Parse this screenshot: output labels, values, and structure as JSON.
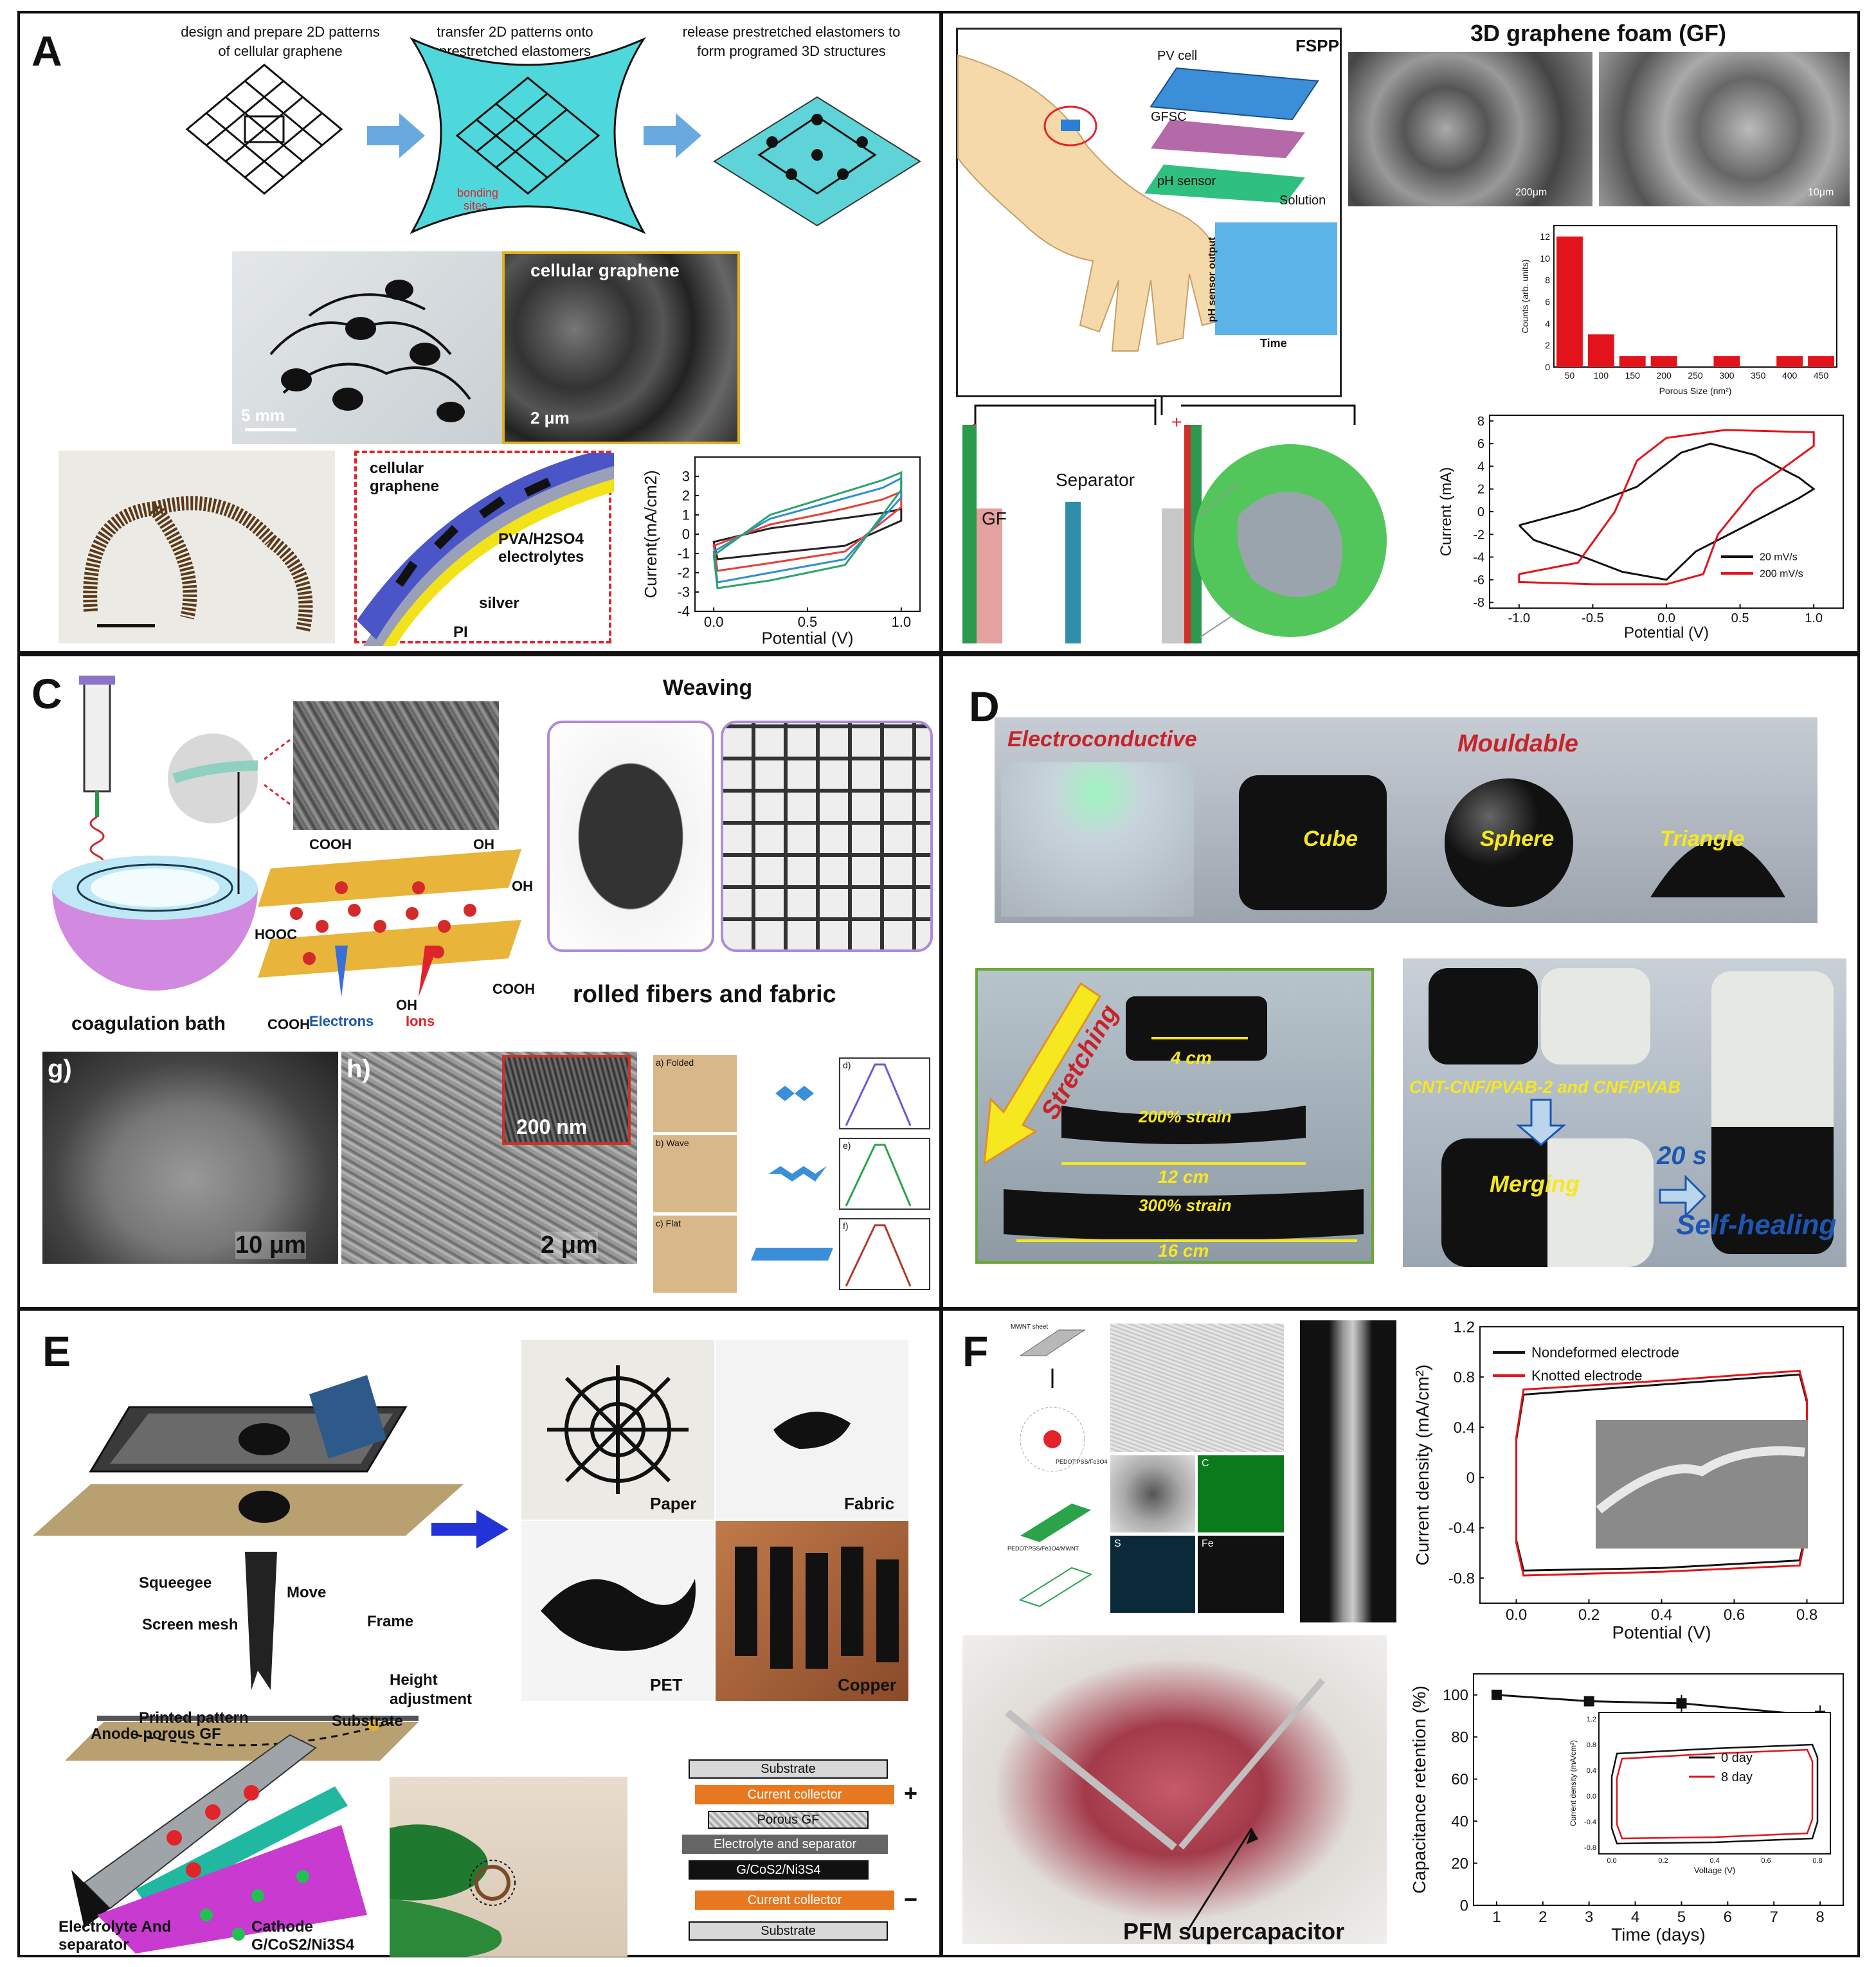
{
  "panels": {
    "A": {
      "letter": "A",
      "step1": "design and prepare 2D patterns of cellular graphene",
      "step2": "transfer 2D patterns onto prestretched elastomers",
      "step3": "release prestretched elastomers to form programed 3D structures",
      "bonding": "bonding sites",
      "photo_scale": "5 mm",
      "sem_title": "cellular graphene",
      "sem_scale": "2 μm",
      "layers": [
        "cellular graphene",
        "PVA/H2SO4 electrolytes",
        "silver",
        "PI"
      ],
      "colors": {
        "elastomer": "#4fd8dc",
        "arrow": "#6aa8e0",
        "dash": "#e0242a",
        "pi": "#f2e21a",
        "blue": "#4a56c8"
      }
    },
    "B": {
      "letter": "B",
      "fspp": "FSPP",
      "labels": [
        "PV cell",
        "GFSC",
        "pH sensor",
        "Solution"
      ],
      "inset_ylabel": "pH sensor output",
      "inset_xlabel": "Time",
      "gf_title": "3D graphene foam (GF)",
      "sem1_scale": "200μm",
      "sem2_scale": "10μm",
      "device": [
        "GF",
        "Separator"
      ],
      "plus": "+",
      "minus": "-"
    },
    "C": {
      "letter": "C",
      "weaving": "Weaving",
      "bath": "coagulation bath",
      "groups": [
        "COOH",
        "OH",
        "HOOC",
        "OH",
        "COOH",
        "OH",
        "COOH"
      ],
      "carriers": [
        "Electrons",
        "Ions"
      ],
      "rolled": "rolled fibers and fabric",
      "sem_g": "g)",
      "sem_h": "h)",
      "scale_g": "10 μm",
      "scale_h": "2 μm",
      "scale_inset": "200 nm",
      "modes": [
        "a) Folded",
        "b) Wave",
        "c) Flat"
      ],
      "mode_plots": [
        "d)",
        "e)",
        "f)"
      ]
    },
    "D": {
      "letter": "D",
      "electro": "Electroconductive",
      "mould": "Mouldable",
      "shapes": [
        "Cube",
        "Sphere",
        "Triangle"
      ],
      "stretching": "Stretching",
      "lengths": [
        "4 cm",
        "12 cm",
        "16 cm"
      ],
      "strains": [
        "200% strain",
        "300% strain"
      ],
      "gels": "CNT-CNF/PVAB-2 and CNF/PVAB",
      "merging": "Merging",
      "time": "20 s",
      "healing": "Self-healing",
      "colors": {
        "red": "#c8232a",
        "yellow": "#f6e81e",
        "blue": "#1d56b0"
      }
    },
    "E": {
      "letter": "E",
      "parts": [
        "Squeegee",
        "Move",
        "Frame",
        "Screen mesh",
        "Height adjustment",
        "Printed pattern",
        "Substrate"
      ],
      "substrates": [
        "Paper",
        "Fabric",
        "PET",
        "Copper"
      ],
      "electrodes": [
        "Anode porous GF",
        "Electrolyte And separator",
        "Cathode G/CoS2/Ni3S4"
      ],
      "stack": [
        "Substrate",
        "Current collector",
        "Porous GF",
        "Electrolyte and separator",
        "G/CoS2/Ni3S4",
        "Current collector",
        "Substrate"
      ],
      "plus": "+",
      "minus": "−"
    },
    "F": {
      "letter": "F",
      "capsule": "PFM supercapacitor",
      "scheme": [
        "MWNT sheet",
        "PEDOT:PSS/Fe3O4",
        "PEDOT:PSS/Fe3O4/MWNT"
      ],
      "maps": [
        "C",
        "S",
        "Fe"
      ]
    }
  },
  "chart_data": [
    {
      "id": "A-cv",
      "type": "line",
      "xlabel": "Potential (V)",
      "ylabel": "Current(mA/cm2)",
      "xlim": [
        -0.1,
        1.1
      ],
      "ylim": [
        -4,
        4
      ],
      "xticks": [
        0.0,
        0.5,
        1.0
      ],
      "yticks": [
        -4,
        -3,
        -2,
        -1,
        0,
        1,
        2,
        3
      ],
      "series": [
        {
          "color": "#222222",
          "upper": [
            [
              0,
              -0.4
            ],
            [
              0.3,
              0.3
            ],
            [
              0.6,
              0.7
            ],
            [
              0.9,
              1.1
            ],
            [
              1.0,
              1.3
            ]
          ],
          "lower": [
            [
              1.0,
              0.7
            ],
            [
              0.7,
              -0.6
            ],
            [
              0.3,
              -1.0
            ],
            [
              0.02,
              -1.3
            ]
          ]
        },
        {
          "color": "#e2403a",
          "upper": [
            [
              0,
              -0.6
            ],
            [
              0.3,
              0.5
            ],
            [
              0.6,
              1.1
            ],
            [
              0.9,
              1.8
            ],
            [
              1.0,
              2.2
            ]
          ],
          "lower": [
            [
              1.0,
              1.4
            ],
            [
              0.7,
              -0.9
            ],
            [
              0.3,
              -1.5
            ],
            [
              0.02,
              -1.9
            ]
          ]
        },
        {
          "color": "#2f8fcf",
          "upper": [
            [
              0,
              -0.9
            ],
            [
              0.3,
              0.8
            ],
            [
              0.6,
              1.6
            ],
            [
              0.9,
              2.4
            ],
            [
              1.0,
              2.9
            ]
          ],
          "lower": [
            [
              1.0,
              1.9
            ],
            [
              0.7,
              -1.3
            ],
            [
              0.3,
              -2.0
            ],
            [
              0.02,
              -2.5
            ]
          ]
        },
        {
          "color": "#2aa36d",
          "upper": [
            [
              0,
              -1.1
            ],
            [
              0.3,
              1.0
            ],
            [
              0.6,
              1.9
            ],
            [
              0.9,
              2.8
            ],
            [
              1.0,
              3.2
            ]
          ],
          "lower": [
            [
              1.0,
              2.3
            ],
            [
              0.7,
              -1.6
            ],
            [
              0.3,
              -2.4
            ],
            [
              0.02,
              -2.8
            ]
          ]
        }
      ]
    },
    {
      "id": "B-hist",
      "type": "bar",
      "xlabel": "Porous Size (nm²)",
      "ylabel": "Counts (arb. units)",
      "categories": [
        "50",
        "100",
        "150",
        "200",
        "250",
        "300",
        "350",
        "400",
        "450"
      ],
      "values": [
        12,
        3,
        1,
        1,
        0,
        1,
        0,
        1,
        1
      ],
      "ylim": [
        0,
        13
      ],
      "yticks": [
        0,
        2,
        4,
        6,
        8,
        10,
        12
      ],
      "color": "#e2131a"
    },
    {
      "id": "B-cv",
      "type": "line",
      "xlabel": "Potential (V)",
      "ylabel": "Current (mA)",
      "xlim": [
        -1.2,
        1.2
      ],
      "ylim": [
        -8.5,
        8.5
      ],
      "xticks": [
        -1.0,
        -0.5,
        0.0,
        0.5,
        1.0
      ],
      "yticks": [
        -8,
        -6,
        -4,
        -2,
        0,
        2,
        4,
        6,
        8
      ],
      "legend": [
        "20 mV/s",
        "200 mV/s"
      ],
      "series": [
        {
          "name": "20 mV/s",
          "color": "#111111",
          "points": [
            [
              -1.0,
              -1.2
            ],
            [
              -0.6,
              0.2
            ],
            [
              -0.2,
              2.2
            ],
            [
              0.1,
              5.2
            ],
            [
              0.3,
              6.0
            ],
            [
              0.6,
              5.0
            ],
            [
              0.9,
              3.0
            ],
            [
              1.0,
              2.0
            ],
            [
              0.9,
              1.2
            ],
            [
              0.5,
              -1.5
            ],
            [
              0.2,
              -3.5
            ],
            [
              0.0,
              -6.0
            ],
            [
              -0.3,
              -5.3
            ],
            [
              -0.6,
              -3.8
            ],
            [
              -0.9,
              -2.5
            ],
            [
              -1.0,
              -1.2
            ]
          ]
        },
        {
          "name": "200 mV/s",
          "color": "#e2131a",
          "points": [
            [
              -1.0,
              -5.5
            ],
            [
              -0.6,
              -4.5
            ],
            [
              -0.35,
              0.0
            ],
            [
              -0.2,
              4.5
            ],
            [
              0.0,
              6.5
            ],
            [
              0.4,
              7.2
            ],
            [
              1.0,
              7.0
            ],
            [
              1.0,
              5.8
            ],
            [
              0.6,
              2.0
            ],
            [
              0.35,
              -2.0
            ],
            [
              0.25,
              -5.5
            ],
            [
              0.0,
              -6.4
            ],
            [
              -0.5,
              -6.4
            ],
            [
              -1.0,
              -6.2
            ],
            [
              -1.0,
              -5.5
            ]
          ]
        }
      ]
    },
    {
      "id": "F-cv",
      "type": "line",
      "xlabel": "Potential (V)",
      "ylabel": "Current density (mA/cm²)",
      "xlim": [
        -0.1,
        0.9
      ],
      "ylim": [
        -1.0,
        1.2
      ],
      "xticks": [
        0.0,
        0.2,
        0.4,
        0.6,
        0.8
      ],
      "yticks": [
        -0.8,
        -0.4,
        0.0,
        0.4,
        0.8,
        1.2
      ],
      "legend": [
        "Nondeformed electrode",
        "Knotted electrode"
      ],
      "series": [
        {
          "name": "Nondeformed electrode",
          "color": "#111111",
          "points": [
            [
              0.0,
              0.3
            ],
            [
              0.02,
              0.66
            ],
            [
              0.4,
              0.74
            ],
            [
              0.78,
              0.82
            ],
            [
              0.8,
              0.6
            ],
            [
              0.8,
              -0.4
            ],
            [
              0.78,
              -0.66
            ],
            [
              0.4,
              -0.72
            ],
            [
              0.02,
              -0.74
            ],
            [
              0.0,
              -0.5
            ],
            [
              0.0,
              0.3
            ]
          ]
        },
        {
          "name": "Knotted electrode",
          "color": "#e2131a",
          "points": [
            [
              0.0,
              0.32
            ],
            [
              0.02,
              0.7
            ],
            [
              0.4,
              0.77
            ],
            [
              0.78,
              0.85
            ],
            [
              0.8,
              0.62
            ],
            [
              0.8,
              -0.42
            ],
            [
              0.78,
              -0.7
            ],
            [
              0.4,
              -0.75
            ],
            [
              0.02,
              -0.78
            ],
            [
              0.0,
              -0.52
            ],
            [
              0.0,
              0.32
            ]
          ]
        }
      ]
    },
    {
      "id": "F-retention",
      "type": "line",
      "xlabel": "Time (days)",
      "ylabel": "Capacitance retention (%)",
      "xlim": [
        0.5,
        8.5
      ],
      "ylim": [
        0,
        110
      ],
      "xticks": [
        1,
        2,
        3,
        4,
        5,
        6,
        7,
        8
      ],
      "yticks": [
        0,
        20,
        40,
        60,
        80,
        100
      ],
      "x": [
        1,
        3,
        5,
        8
      ],
      "values": [
        100,
        97,
        96,
        90
      ],
      "errors": [
        1,
        2,
        4,
        5
      ],
      "color": "#111111"
    },
    {
      "id": "F-inset",
      "type": "line",
      "xlabel": "Voltage (V)",
      "ylabel": "Current density (mA/cm²)",
      "xlim": [
        -0.05,
        0.85
      ],
      "ylim": [
        -0.9,
        1.3
      ],
      "xticks": [
        0.0,
        0.2,
        0.4,
        0.6,
        0.8
      ],
      "yticks": [
        -0.8,
        -0.4,
        0.0,
        0.4,
        0.8,
        1.2
      ],
      "legend": [
        "0 day",
        "8 day"
      ],
      "series": [
        {
          "name": "0 day",
          "color": "#111111",
          "points": [
            [
              0.0,
              0.3
            ],
            [
              0.02,
              0.66
            ],
            [
              0.4,
              0.74
            ],
            [
              0.78,
              0.8
            ],
            [
              0.8,
              0.6
            ],
            [
              0.8,
              -0.4
            ],
            [
              0.78,
              -0.66
            ],
            [
              0.4,
              -0.72
            ],
            [
              0.02,
              -0.74
            ],
            [
              0.0,
              -0.5
            ],
            [
              0.0,
              0.3
            ]
          ]
        },
        {
          "name": "8 day",
          "color": "#e2131a",
          "points": [
            [
              0.02,
              0.28
            ],
            [
              0.04,
              0.58
            ],
            [
              0.4,
              0.66
            ],
            [
              0.76,
              0.72
            ],
            [
              0.78,
              0.54
            ],
            [
              0.78,
              -0.36
            ],
            [
              0.76,
              -0.58
            ],
            [
              0.4,
              -0.64
            ],
            [
              0.04,
              -0.66
            ],
            [
              0.02,
              -0.44
            ],
            [
              0.02,
              0.28
            ]
          ]
        }
      ]
    }
  ]
}
